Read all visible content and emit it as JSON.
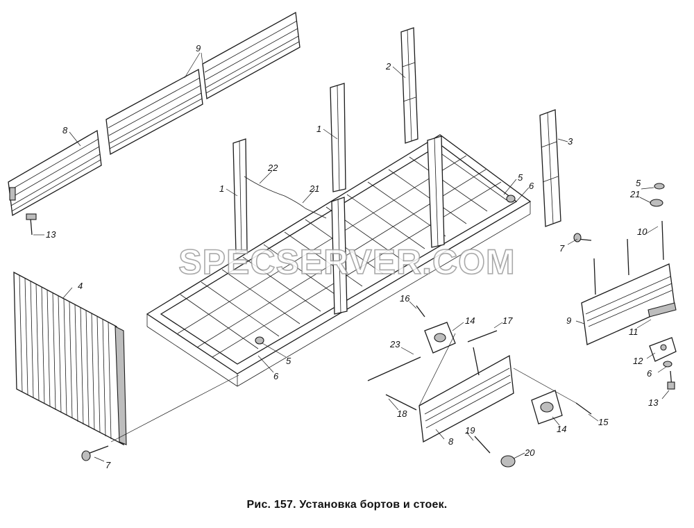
{
  "caption": "Рис. 157. Установка бортов и стоек.",
  "watermark": "SPECSERVER.COM",
  "callouts": [
    "1",
    "1",
    "2",
    "3",
    "4",
    "5",
    "5",
    "5",
    "6",
    "6",
    "6",
    "7",
    "7",
    "8",
    "8",
    "9",
    "9",
    "10",
    "11",
    "12",
    "13",
    "13",
    "14",
    "14",
    "15",
    "16",
    "17",
    "18",
    "19",
    "20",
    "21",
    "21",
    "22",
    "23"
  ]
}
